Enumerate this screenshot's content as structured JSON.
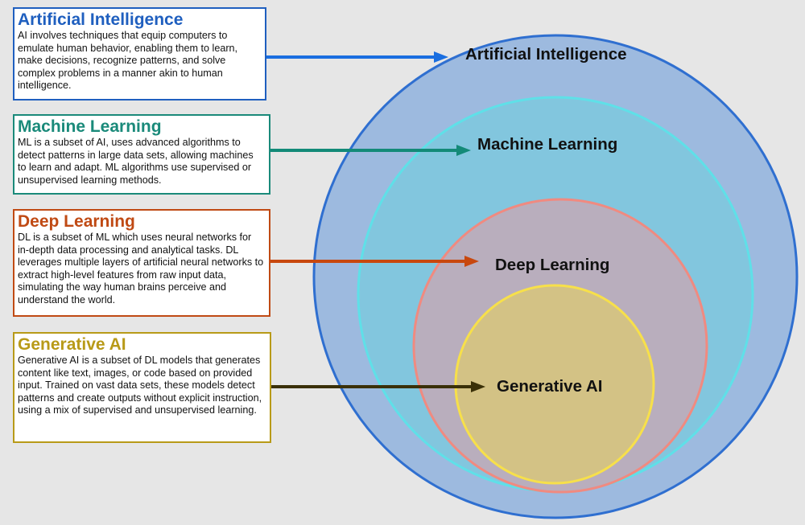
{
  "concepts": [
    {
      "title": "Artificial Intelligence",
      "description": "AI involves techniques that equip computers to emulate human behavior, enabling them to learn, make decisions, recognize patterns, and solve complex problems in a manner akin to human intelligence.",
      "circle_label": "Artificial Intelligence",
      "color": "#1f5fbf",
      "circle_fill": "#9dbadf",
      "circle_stroke": "#2f6fd0",
      "arrow_color": "#1a6ee0"
    },
    {
      "title": "Machine Learning",
      "description": "ML is a subset of AI, uses advanced algorithms to detect patterns in large data sets, allowing machines to learn and adapt. ML algorithms use supervised or unsupervised learning methods.",
      "circle_label": "Machine Learning",
      "color": "#1a8a7a",
      "circle_fill": "#82c6de",
      "circle_stroke": "#5fe0e8",
      "arrow_color": "#138a78"
    },
    {
      "title": "Deep Learning",
      "description": "DL is a subset of ML which uses neural networks for in-depth data processing and analytical tasks. DL leverages multiple layers of artificial neural networks to extract high-level features from raw input data, simulating the way human brains perceive and understand the world.",
      "circle_label": "Deep Learning",
      "color": "#c04a14",
      "circle_fill": "#b9aebd",
      "circle_stroke": "#f08a80",
      "arrow_color": "#c8480e"
    },
    {
      "title": "Generative AI",
      "description": "Generative AI is a subset of DL models that generates content like text, images, or code based on provided input. Trained on vast data sets, these models detect patterns and create outputs without explicit instruction, using a mix of supervised and unsupervised learning.",
      "circle_label": "Generative AI",
      "color": "#b89a18",
      "circle_fill": "#d3c285",
      "circle_stroke": "#f7e04a",
      "arrow_color": "#3a3008"
    }
  ]
}
